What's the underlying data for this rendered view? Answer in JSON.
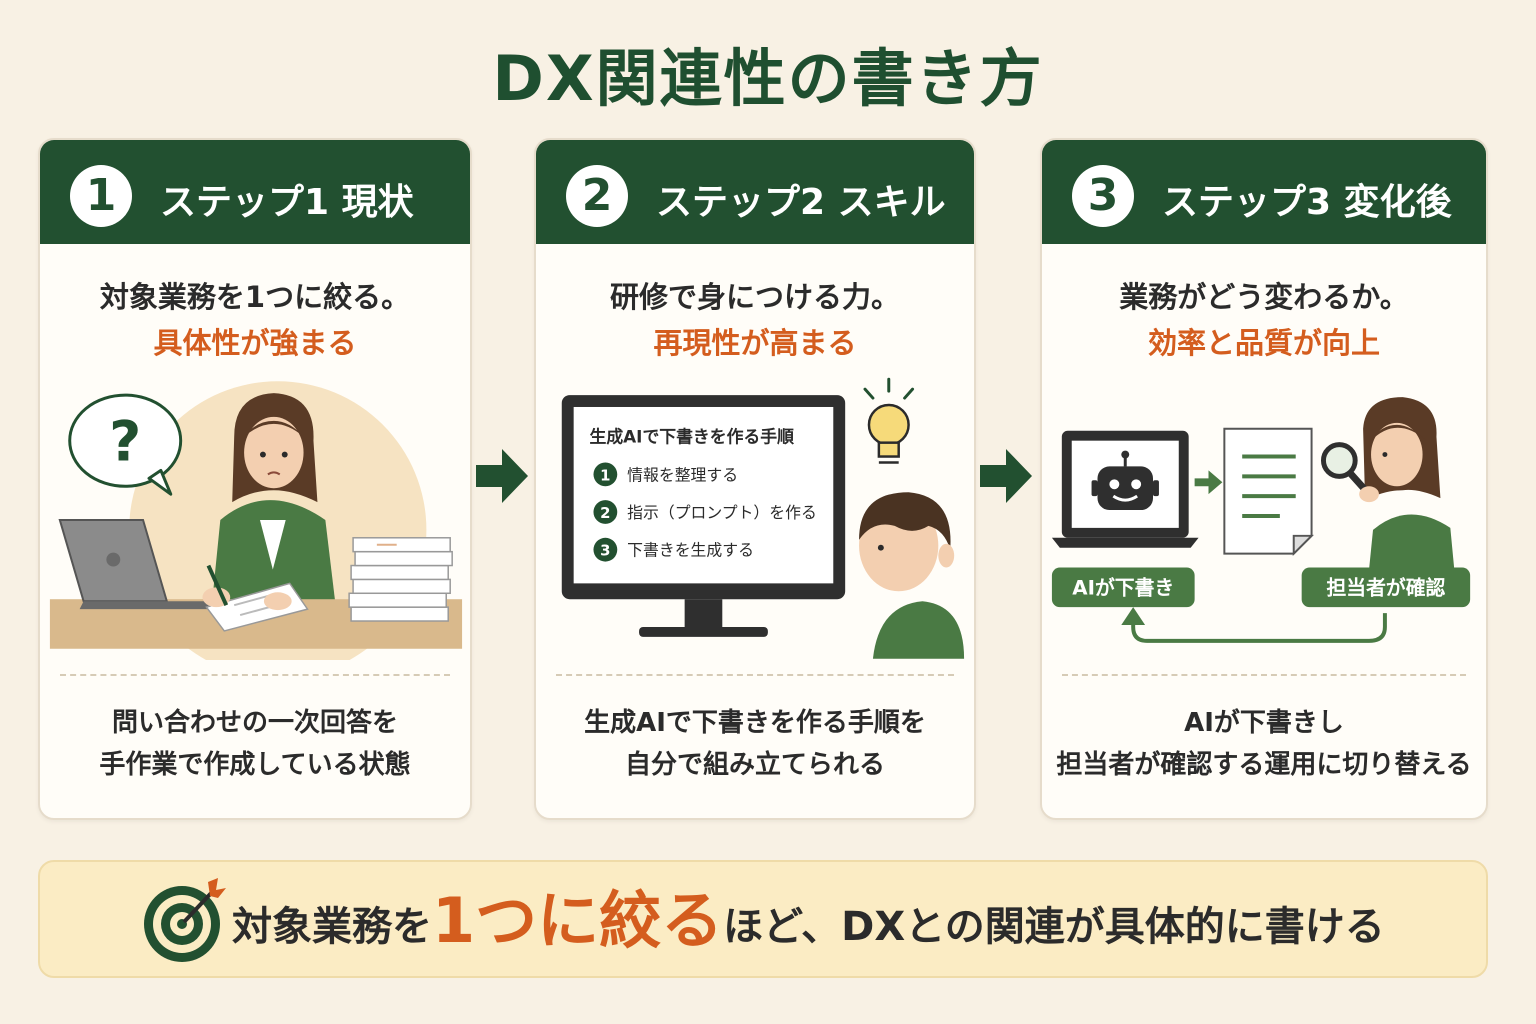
{
  "title": "DX関連性の書き方",
  "steps": [
    {
      "num": "1",
      "title": "ステップ1 現状",
      "line1": "対象業務を1つに絞る。",
      "line2": "具体性が強まる",
      "desc": [
        "問い合わせの一次回答を",
        "手作業で作成している状態"
      ],
      "illus": {
        "bubble": "?"
      }
    },
    {
      "num": "2",
      "title": "ステップ2 スキル",
      "line1": "研修で身につける力。",
      "line2": "再現性が高まる",
      "desc": [
        "生成AIで下書きを作る手順を",
        "自分で組み立てられる"
      ],
      "illus": {
        "monitor_title": "生成AIで下書きを作る手順",
        "items": [
          {
            "n": "1",
            "text": "情報を整理する"
          },
          {
            "n": "2",
            "text": "指示（プロンプト）を作る"
          },
          {
            "n": "3",
            "text": "下書きを生成する"
          }
        ]
      }
    },
    {
      "num": "3",
      "title": "ステップ3 変化後",
      "line1": "業務がどう変わるか。",
      "line2": "効率と品質が向上",
      "desc": [
        "AIが下書きし",
        "担当者が確認する運用に切り替える"
      ],
      "illus": {
        "label_left": "AIが下書き",
        "label_right": "担当者が確認"
      }
    }
  ],
  "bottom": {
    "pre": "対象業務を",
    "highlight": "1つに絞る",
    "post": "ほど、DXとの関連が具体的に書ける"
  },
  "colors": {
    "green": "#225030",
    "green_mid": "#4a7a44",
    "orange": "#d45d1e",
    "background": "#f8f1e4",
    "banner": "#fbecc4"
  }
}
